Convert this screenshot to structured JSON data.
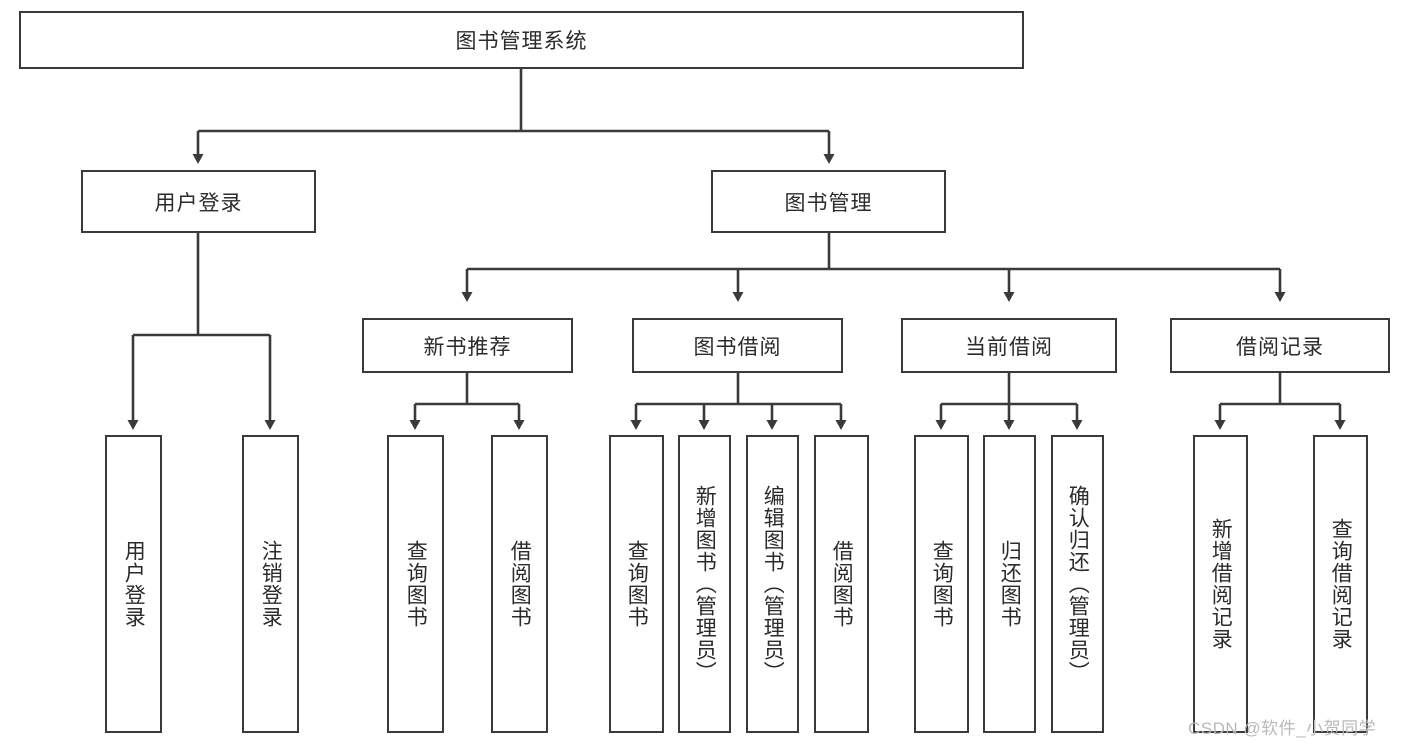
{
  "diagram": {
    "type": "tree-hierarchy",
    "title": "图书管理系统",
    "orientation": "top-down",
    "colors": {
      "box_border": "#3a3a3a",
      "box_fill": "#ffffff",
      "connector": "#3a3a3a",
      "text": "#2b2b2b",
      "watermark": "#b9b9b9",
      "background": "#ffffff"
    },
    "root": {
      "label": "图书管理系统"
    },
    "level2": [
      {
        "id": "user-login",
        "label": "用户登录"
      },
      {
        "id": "book-management",
        "label": "图书管理"
      }
    ],
    "level3": [
      {
        "id": "new-book-recommend",
        "label": "新书推荐",
        "parent": "book-management"
      },
      {
        "id": "book-borrow",
        "label": "图书借阅",
        "parent": "book-management"
      },
      {
        "id": "current-borrow",
        "label": "当前借阅",
        "parent": "book-management"
      },
      {
        "id": "borrow-record",
        "label": "借阅记录",
        "parent": "book-management"
      }
    ],
    "leaves": [
      {
        "id": "leaf-user-login",
        "label": "用户登录",
        "parent": "user-login"
      },
      {
        "id": "leaf-logout-login",
        "label": "注销登录",
        "parent": "user-login"
      },
      {
        "id": "leaf-query-book-1",
        "label": "查询图书",
        "parent": "new-book-recommend"
      },
      {
        "id": "leaf-borrow-book-1",
        "label": "借阅图书",
        "parent": "new-book-recommend"
      },
      {
        "id": "leaf-query-book-2",
        "label": "查询图书",
        "parent": "book-borrow"
      },
      {
        "id": "leaf-add-book",
        "label": "新增图书（管理员）",
        "parent": "book-borrow"
      },
      {
        "id": "leaf-edit-book",
        "label": "编辑图书（管理员）",
        "parent": "book-borrow"
      },
      {
        "id": "leaf-borrow-book-2",
        "label": "借阅图书",
        "parent": "book-borrow"
      },
      {
        "id": "leaf-query-book-3",
        "label": "查询图书",
        "parent": "current-borrow"
      },
      {
        "id": "leaf-return-book",
        "label": "归还图书",
        "parent": "current-borrow"
      },
      {
        "id": "leaf-confirm-return",
        "label": "确认归还（管理员）",
        "parent": "current-borrow"
      },
      {
        "id": "leaf-add-borrow-record",
        "label": "新增借阅记录",
        "parent": "borrow-record"
      },
      {
        "id": "leaf-query-borrow-record",
        "label": "查询借阅记录",
        "parent": "borrow-record"
      }
    ]
  },
  "watermark": {
    "text": "CSDN @软件_小贺同学"
  }
}
